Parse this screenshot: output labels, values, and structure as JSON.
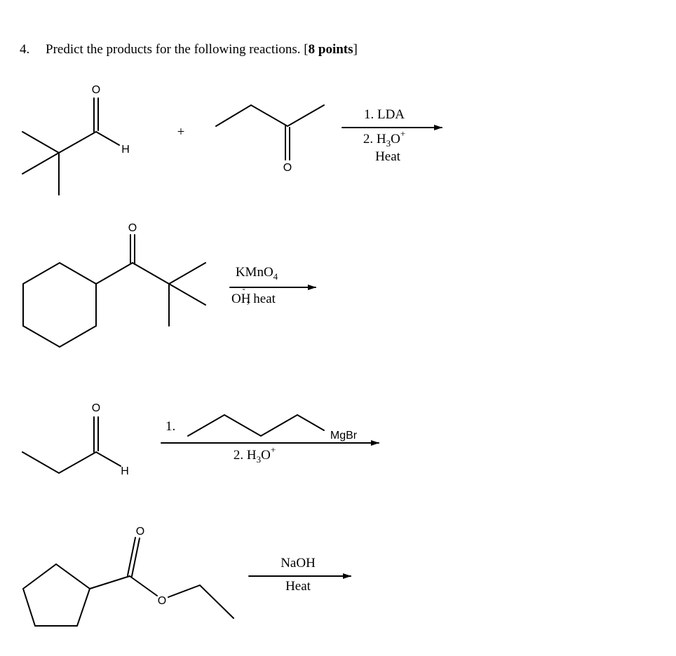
{
  "question": {
    "number": "4.",
    "text": "Predict the products for the following reactions. [",
    "points": "8 points",
    "close": "]"
  },
  "reaction1": {
    "reactant1_atoms": {
      "oxygen": "O",
      "hydrogen": "H"
    },
    "plus": "+",
    "reactant2_atoms": {
      "oxygen": "O"
    },
    "step1": "1. LDA",
    "step2_prefix": "2. H",
    "step2_sub": "3",
    "step2_main": "O",
    "step2_sup": "+",
    "step3": "Heat"
  },
  "reaction2": {
    "reactant_atoms": {
      "oxygen": "O"
    },
    "reagent_main": "KMnO",
    "reagent_sub": "4",
    "condition_base": "OH",
    "condition_charge": "-",
    "condition_rest": ", heat"
  },
  "reaction3": {
    "reactant_atoms": {
      "oxygen": "O",
      "hydrogen": "H"
    },
    "step1_label": "1.",
    "grignard_label": "MgBr",
    "step2_prefix": "2. H",
    "step2_sub": "3",
    "step2_main": "O",
    "step2_sup": "+"
  },
  "reaction4": {
    "reactant_atoms": {
      "carbonyl_oxygen": "O",
      "ester_oxygen": "O"
    },
    "reagent": "NaOH",
    "condition": "Heat"
  }
}
